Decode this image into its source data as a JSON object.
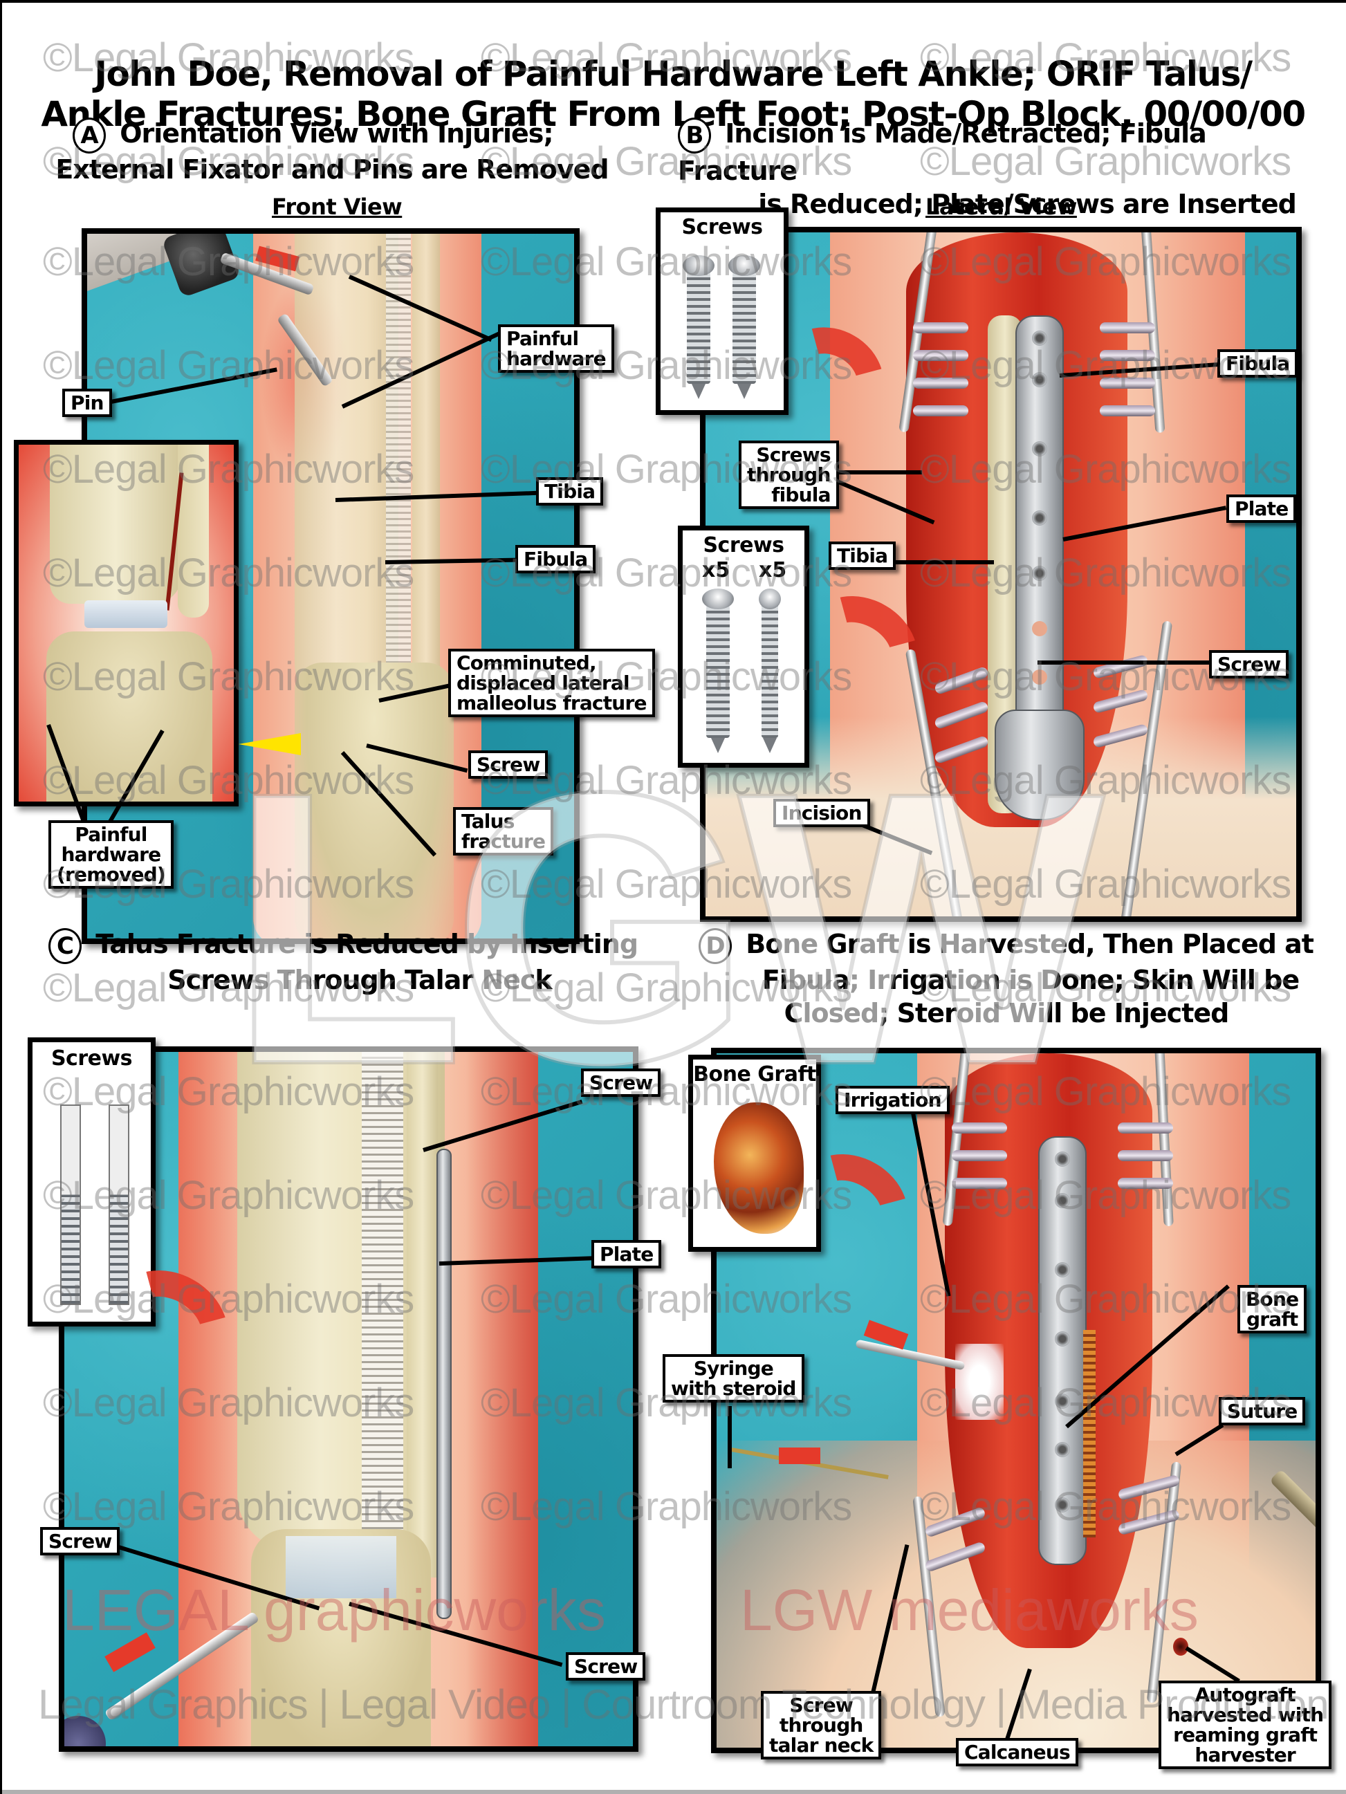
{
  "title": {
    "line1": "John Doe, Removal of Painful Hardware Left Ankle; ORIF Talus/",
    "line2": "Ankle Fractures; Bone Graft From Left Foot; Post-Op Block, 00/00/00"
  },
  "panels": {
    "a": {
      "badge": "A",
      "heading_line1": "Orientation View with Injuries;",
      "heading_line2": "External Fixator and Pins are Removed",
      "view_label": "Front View",
      "labels": {
        "painful_hardware": [
          "Painful",
          "hardware"
        ],
        "pin": "Pin",
        "tibia": "Tibia",
        "fibula": "Fibula",
        "lateral_malleolus": [
          "Comminuted,",
          "displaced lateral",
          "malleolus fracture"
        ],
        "screw": "Screw",
        "talus_fracture": [
          "Talus",
          "fracture"
        ],
        "painful_hardware_removed": [
          "Painful",
          "hardware",
          "(removed)"
        ]
      }
    },
    "b": {
      "badge": "B",
      "heading_line1": "Incision is Made/Retracted; Fibula Fracture",
      "heading_line2": "is Reduced; Plate/Screws are Inserted",
      "view_label": "Lateral View",
      "insets": {
        "screws_top": "Screws",
        "screws_bottom": "Screws",
        "count_left": "x5",
        "count_right": "x5"
      },
      "labels": {
        "fibula": "Fibula",
        "screws_through_fibula": [
          "Screws",
          "through",
          "fibula"
        ],
        "plate": "Plate",
        "tibia": "Tibia",
        "screw": "Screw",
        "incision": "Incision"
      }
    },
    "c": {
      "badge": "C",
      "heading_line1": "Talus Fracture is Reduced by Inserting",
      "heading_line2": "Screws Through Talar Neck",
      "insets": {
        "screws": "Screws"
      },
      "labels": {
        "screw_top": "Screw",
        "plate": "Plate",
        "screw_left": "Screw",
        "screw_right": "Screw"
      }
    },
    "d": {
      "badge": "D",
      "heading_line1": "Bone Graft is Harvested, Then Placed at",
      "heading_line2": "Fibula; Irrigation is Done; Skin Will be",
      "heading_line3": "Closed; Steroid Will be Injected",
      "insets": {
        "bone_graft": "Bone Graft"
      },
      "labels": {
        "irrigation": "Irrigation",
        "bone_graft": [
          "Bone",
          "graft"
        ],
        "syringe": [
          "Syringe",
          "with steroid"
        ],
        "suture": "Suture",
        "screw_talar_neck": [
          "Screw",
          "through",
          "talar neck"
        ],
        "calcaneus": "Calcaneus",
        "autograft": [
          "Autograft",
          "harvested with",
          "reaming graft",
          "harvester"
        ]
      }
    }
  },
  "watermarks": {
    "copyright": "©Legal Graphicworks",
    "logo": "LGW",
    "brand_left": "LEGAL graphicworks",
    "brand_right": "LGW mediaworks",
    "tagline": "Legal Graphics | Legal Video | Courtroom Technology | Media Production"
  },
  "colors": {
    "drape": "#2fa9b9",
    "skin": "#f7c6ad",
    "inflamed": "#e6422e",
    "bone": "#ece2bc",
    "pointer": "#ffe400",
    "arrow": "#e53a2a"
  }
}
